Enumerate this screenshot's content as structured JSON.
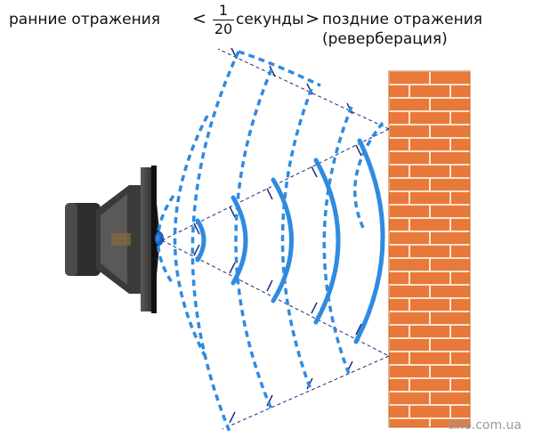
{
  "labels": {
    "early": "ранние отражения",
    "lt": "<",
    "frac_num": "1",
    "frac_den": "20",
    "seconds": "секунды",
    "gt": ">",
    "late": "поздние отражения",
    "reverb": "(реверберация)"
  },
  "watermark": "tiho.com.ua",
  "colors": {
    "wave": "#2f8be0",
    "ray": "#1f2a7a",
    "brick": "#e8793a",
    "mortar": "#fbe3cf",
    "speaker": "#2b2b2b"
  }
}
